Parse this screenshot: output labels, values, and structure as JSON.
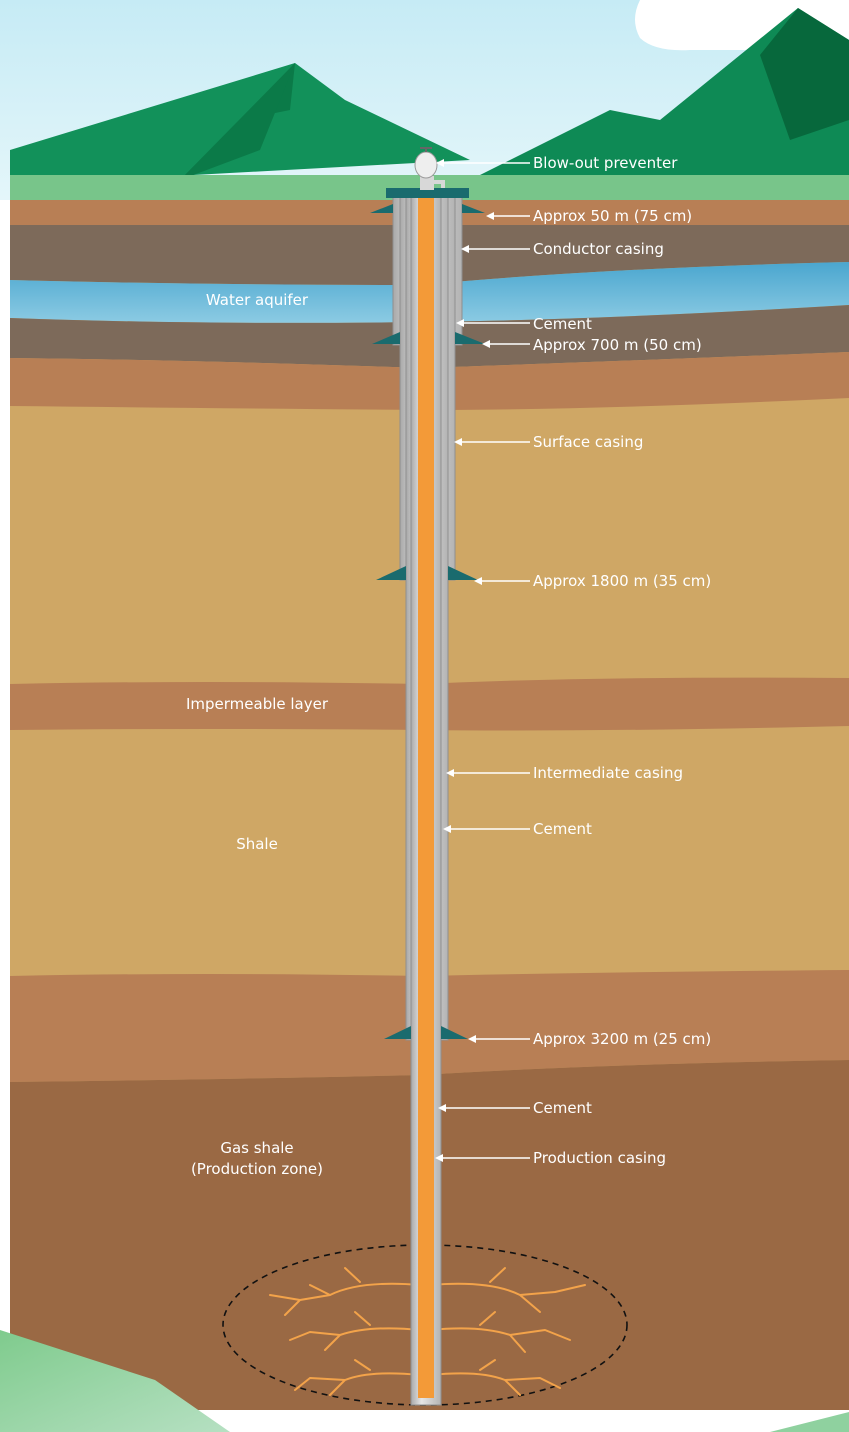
{
  "layers": {
    "water_aquifer": "Water aquifer",
    "impermeable_layer": "Impermeable layer",
    "shale": "Shale",
    "gas_shale_line1": "Gas shale",
    "gas_shale_line2": "(Production zone)"
  },
  "annotations": {
    "blowout_preventer": "Blow-out preventer",
    "approx_50m": "Approx 50 m (75 cm)",
    "conductor_casing": "Conductor casing",
    "cement_upper": "Cement",
    "approx_700m": "Approx 700 m (50 cm)",
    "surface_casing": "Surface casing",
    "approx_1800m": "Approx 1800 m (35 cm)",
    "intermediate_casing": "Intermediate casing",
    "cement_middle": "Cement",
    "approx_3200m": "Approx 3200 m (25 cm)",
    "cement_lower": "Cement",
    "production_casing": "Production casing"
  },
  "colors": {
    "sky": "#cfeef6",
    "mountain": "#10945a",
    "grass": "#72c386",
    "aquifer": "#5fb2d4",
    "dark_soil": "#7d6a5a",
    "orange_soil": "#b87f55",
    "sand": "#cfa765",
    "gas_zone": "#9a6944",
    "well_core": "#f39a38",
    "casing": "#c7c7c7",
    "shoe": "#1a6b6e"
  }
}
